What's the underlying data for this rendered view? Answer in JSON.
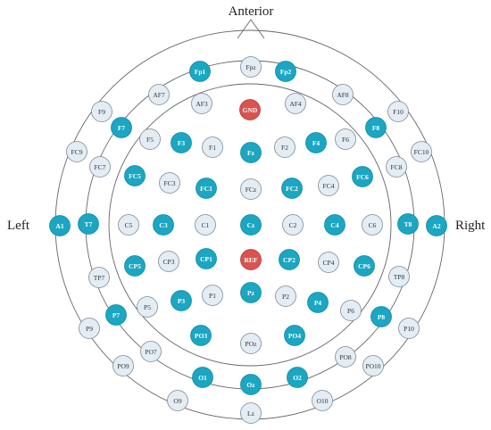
{
  "labels": {
    "anterior": "Anterior",
    "left": "Left",
    "right": "Right"
  },
  "colors": {
    "selected": "#1ba6c2",
    "standard": "#e4ecf4",
    "reference": "#d9534f",
    "ring": "#666666"
  },
  "electrodes": [
    {
      "id": "Fp1",
      "type": "selected"
    },
    {
      "id": "Fpz",
      "type": "standard"
    },
    {
      "id": "Fp2",
      "type": "selected"
    },
    {
      "id": "AF7",
      "type": "standard"
    },
    {
      "id": "AF3",
      "type": "standard"
    },
    {
      "id": "GND",
      "type": "reference"
    },
    {
      "id": "AF4",
      "type": "standard"
    },
    {
      "id": "AF8",
      "type": "standard"
    },
    {
      "id": "F9",
      "type": "standard"
    },
    {
      "id": "F7",
      "type": "selected"
    },
    {
      "id": "F5",
      "type": "standard"
    },
    {
      "id": "F3",
      "type": "selected"
    },
    {
      "id": "F1",
      "type": "standard"
    },
    {
      "id": "Fz",
      "type": "selected"
    },
    {
      "id": "F2",
      "type": "standard"
    },
    {
      "id": "F4",
      "type": "selected"
    },
    {
      "id": "F6",
      "type": "standard"
    },
    {
      "id": "F8",
      "type": "selected"
    },
    {
      "id": "F10",
      "type": "standard"
    },
    {
      "id": "FC9",
      "type": "standard"
    },
    {
      "id": "FC7",
      "type": "standard"
    },
    {
      "id": "FC5",
      "type": "selected"
    },
    {
      "id": "FC3",
      "type": "standard"
    },
    {
      "id": "FC1",
      "type": "selected"
    },
    {
      "id": "FCz",
      "type": "standard"
    },
    {
      "id": "FC2",
      "type": "selected"
    },
    {
      "id": "FC4",
      "type": "standard"
    },
    {
      "id": "FC6",
      "type": "selected"
    },
    {
      "id": "FC8",
      "type": "standard"
    },
    {
      "id": "FC10",
      "type": "standard"
    },
    {
      "id": "A1",
      "type": "selected"
    },
    {
      "id": "T7",
      "type": "selected"
    },
    {
      "id": "C5",
      "type": "standard"
    },
    {
      "id": "C3",
      "type": "selected"
    },
    {
      "id": "C1",
      "type": "standard"
    },
    {
      "id": "Cz",
      "type": "selected"
    },
    {
      "id": "C2",
      "type": "standard"
    },
    {
      "id": "C4",
      "type": "selected"
    },
    {
      "id": "C6",
      "type": "standard"
    },
    {
      "id": "T8",
      "type": "selected"
    },
    {
      "id": "A2",
      "type": "selected"
    },
    {
      "id": "CP5",
      "type": "selected"
    },
    {
      "id": "CP3",
      "type": "standard"
    },
    {
      "id": "CP1",
      "type": "selected"
    },
    {
      "id": "REF",
      "type": "reference"
    },
    {
      "id": "CP2",
      "type": "selected"
    },
    {
      "id": "CP4",
      "type": "standard"
    },
    {
      "id": "CP6",
      "type": "selected"
    },
    {
      "id": "TP7",
      "type": "standard"
    },
    {
      "id": "TP8",
      "type": "standard"
    },
    {
      "id": "P5",
      "type": "standard"
    },
    {
      "id": "P3",
      "type": "selected"
    },
    {
      "id": "P1",
      "type": "standard"
    },
    {
      "id": "Pz",
      "type": "selected"
    },
    {
      "id": "P2",
      "type": "standard"
    },
    {
      "id": "P4",
      "type": "selected"
    },
    {
      "id": "P6",
      "type": "standard"
    },
    {
      "id": "P7",
      "type": "selected"
    },
    {
      "id": "P8",
      "type": "selected"
    },
    {
      "id": "P9",
      "type": "standard"
    },
    {
      "id": "P10",
      "type": "standard"
    },
    {
      "id": "PO7",
      "type": "standard"
    },
    {
      "id": "PO3",
      "type": "selected"
    },
    {
      "id": "POz",
      "type": "standard"
    },
    {
      "id": "PO4",
      "type": "selected"
    },
    {
      "id": "PO8",
      "type": "standard"
    },
    {
      "id": "PO9",
      "type": "standard"
    },
    {
      "id": "PO10",
      "type": "standard"
    },
    {
      "id": "O1",
      "type": "selected"
    },
    {
      "id": "Oz",
      "type": "selected"
    },
    {
      "id": "O2",
      "type": "selected"
    },
    {
      "id": "O9",
      "type": "standard"
    },
    {
      "id": "O10",
      "type": "standard"
    },
    {
      "id": "Lz",
      "type": "standard"
    }
  ]
}
